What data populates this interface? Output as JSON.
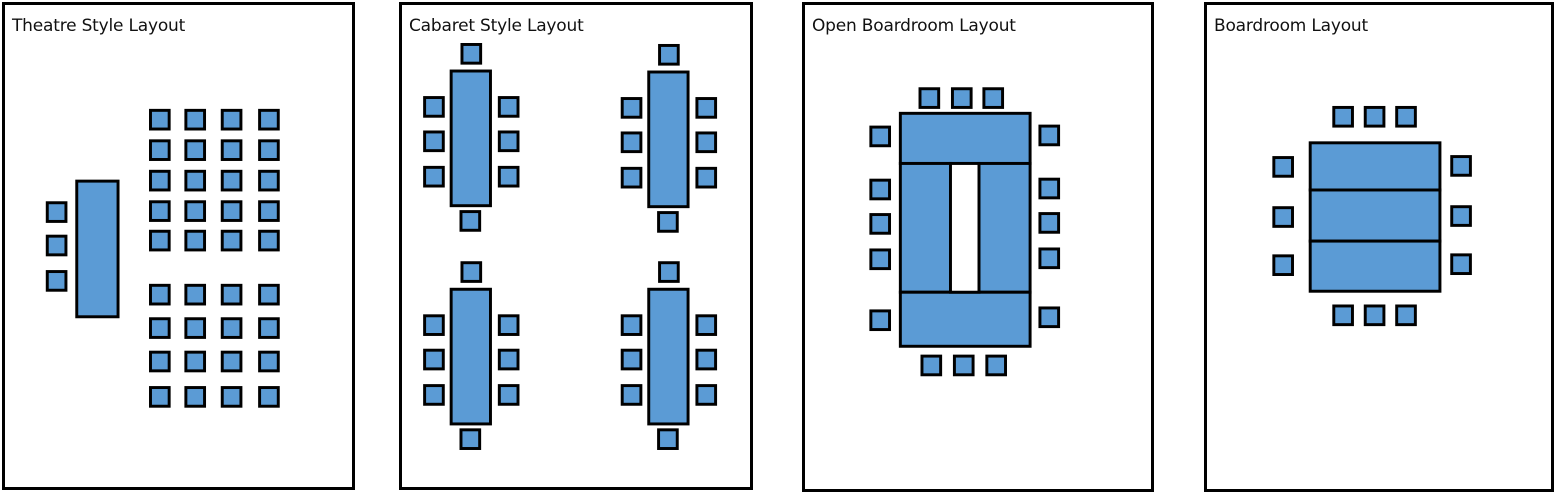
{
  "panels": [
    {
      "title": "Theatre Style Layout"
    },
    {
      "title": "Cabaret Style Layout"
    },
    {
      "title": "Open Boardroom Layout"
    },
    {
      "title": "Boardroom Layout"
    }
  ],
  "colors": {
    "fill": "#5b9bd5",
    "stroke": "#000000",
    "background": "#ffffff"
  }
}
